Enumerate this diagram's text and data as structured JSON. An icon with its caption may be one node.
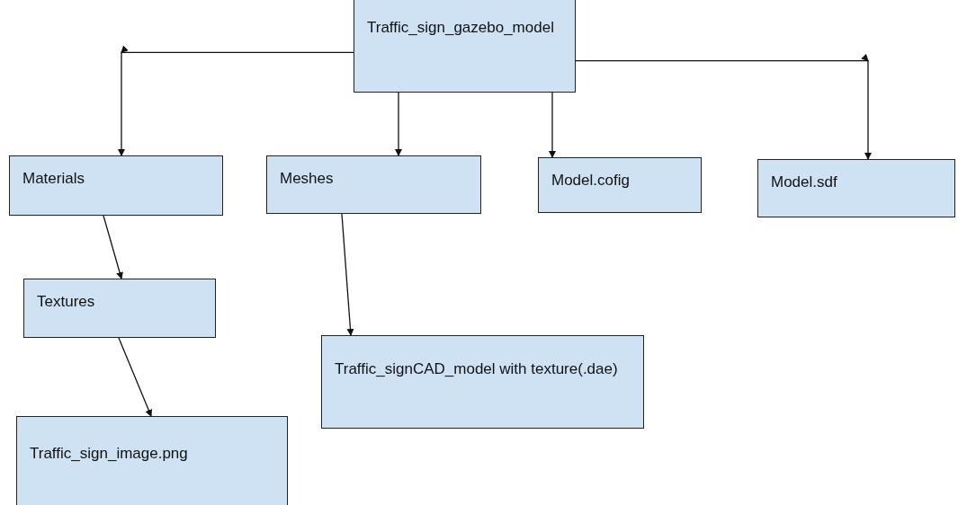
{
  "diagram": {
    "nodes": [
      {
        "text": [
          "Traffic_sign_gazebo_model"
        ]
      },
      {
        "text": [
          "Materials"
        ]
      },
      {
        "text": [
          "Meshes"
        ]
      },
      {
        "text": [
          "Model.cofig"
        ]
      },
      {
        "text": [
          "Model.sdf"
        ]
      },
      {
        "text": [
          "Textures"
        ]
      },
      {
        "text": [
          "Traffic_signCAD_model with texture(.dae)"
        ]
      },
      {
        "text": [
          "Traffic_sign_image.png"
        ]
      }
    ],
    "edges": [
      {
        "from": 0,
        "to": 1,
        "arrow": "to"
      },
      {
        "from": 0,
        "to": 2,
        "arrow": "to"
      },
      {
        "from": 0,
        "to": 3,
        "arrow": "to"
      },
      {
        "from": 0,
        "to": 4,
        "arrow": "to"
      },
      {
        "from": 1,
        "to": 5,
        "arrow": "to"
      },
      {
        "from": 2,
        "to": 6,
        "arrow": "to"
      },
      {
        "from": 5,
        "to": 7,
        "arrow": "to"
      }
    ]
  }
}
